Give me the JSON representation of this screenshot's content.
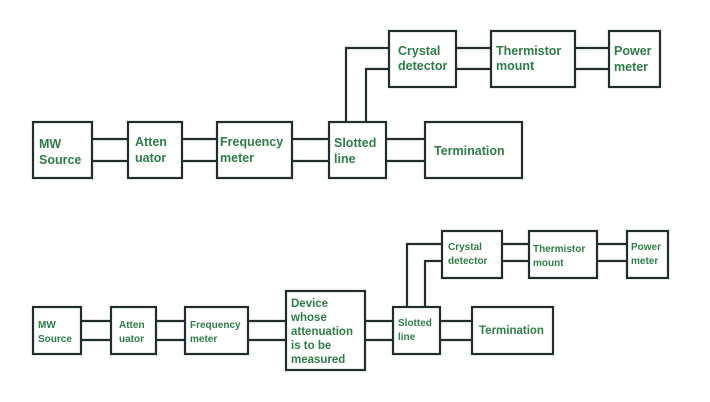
{
  "colors": {
    "box_stroke": "#1f2d2f",
    "label_text": "#2e7d46",
    "background": "#ffffff"
  },
  "diagram_top": {
    "mw_source": [
      "MW",
      "Source"
    ],
    "attenuator": [
      "Atten",
      "uator"
    ],
    "frequency_meter": [
      "Frequency",
      "meter"
    ],
    "slotted_line": [
      "Slotted",
      "line"
    ],
    "termination": [
      "Termination"
    ],
    "crystal_detector": [
      "Crystal",
      "detector"
    ],
    "thermistor_mount": [
      "Thermistor",
      "mount"
    ],
    "power_meter": [
      "Power",
      "meter"
    ]
  },
  "diagram_bottom": {
    "mw_source": [
      "MW",
      "Source"
    ],
    "attenuator": [
      "Atten",
      "uator"
    ],
    "frequency_meter": [
      "Frequency",
      "meter"
    ],
    "device": [
      "Device",
      "whose",
      "attenuation",
      "is to be",
      "measured"
    ],
    "slotted_line": [
      "Slotted",
      "line"
    ],
    "termination": [
      "Termination"
    ],
    "crystal_detector": [
      "Crystal",
      "detector"
    ],
    "thermistor_mount": [
      "Thermistor",
      "mount"
    ],
    "power_meter": [
      "Power",
      "meter"
    ]
  }
}
